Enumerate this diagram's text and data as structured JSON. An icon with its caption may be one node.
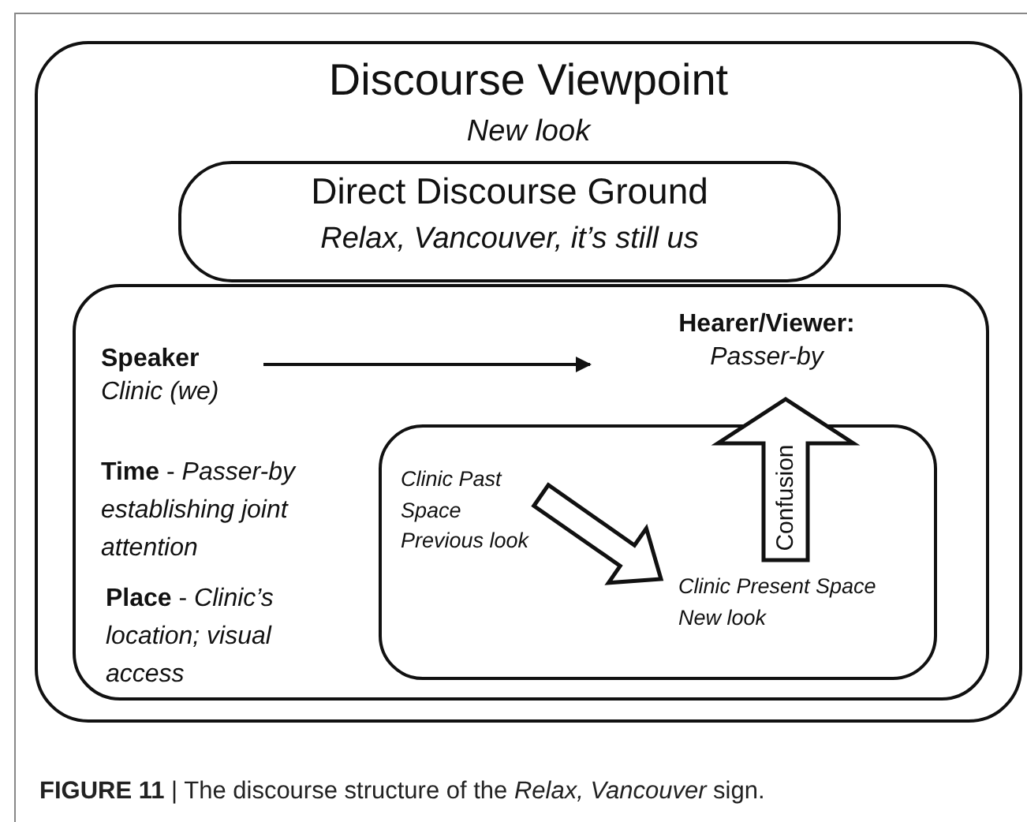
{
  "diagram": {
    "caption": "**FIGURE 11** | The discourse structure of the *Relax, Vancouver* sign.",
    "nodes": [
      {
        "text": [
          "Discourse Viewpoint",
          "New look"
        ]
      },
      {
        "text": [
          "Direct Discourse Ground",
          "Relax, Vancouver, it’s still us"
        ],
        "in": 0
      },
      {
        "text": [],
        "shape": "box",
        "in": 0
      },
      {
        "text": [
          "Speaker",
          "Clinic (we)"
        ],
        "in": 2
      },
      {
        "text": [
          "Hearer/Viewer:",
          "Passer-by"
        ],
        "in": 2
      },
      {
        "text": [],
        "shape": "box",
        "in": 2
      },
      {
        "text": [
          "Clinic Past Space Previous look"
        ],
        "in": 5
      },
      {
        "text": [
          "Clinic Present Space New look"
        ],
        "in": 5
      }
    ],
    "edges": [
      {
        "from": 3,
        "to": 4,
        "arrow": "to"
      },
      {
        "from": 6,
        "to": 7,
        "arrow": "to",
        "style": "thick"
      },
      {
        "from": 5,
        "to": 4,
        "arrow": "to",
        "style": "thick",
        "label": "Confusion"
      }
    ],
    "labels": [
      "**Time** - *Passer-by establishing joint attention*",
      "**Place** - *Clinic’s location; visual access*"
    ]
  }
}
